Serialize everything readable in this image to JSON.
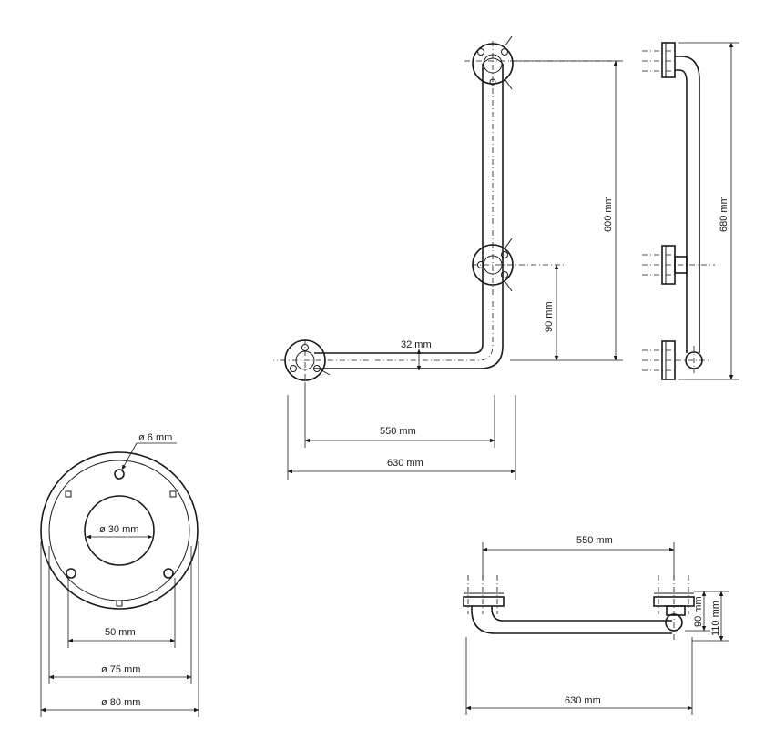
{
  "dimensions": {
    "tube_diameter": "32 mm",
    "height_600": "600 mm",
    "height_680": "680 mm",
    "offset_90": "90 mm",
    "width_550_front": "550 mm",
    "width_630_front": "630 mm",
    "hole_6": "ø 6 mm",
    "center_30": "ø 30 mm",
    "hole_spacing_50": "50 mm",
    "rosette_75": "ø 75 mm",
    "rosette_80": "ø 80 mm",
    "width_550_top": "550 mm",
    "width_630_top": "630 mm",
    "depth_90": "90 mm",
    "depth_110": "110 mm"
  }
}
